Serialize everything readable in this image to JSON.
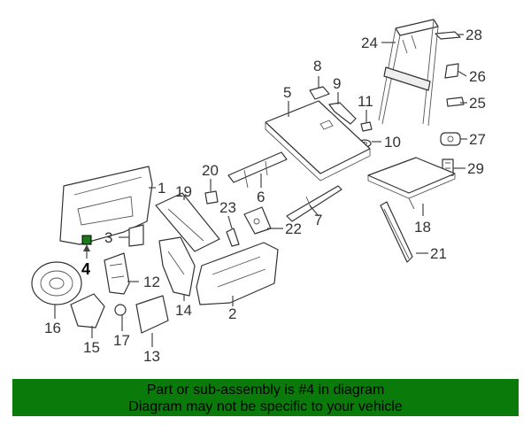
{
  "diagram": {
    "callouts": [
      {
        "id": "1",
        "label": "1"
      },
      {
        "id": "2",
        "label": "2"
      },
      {
        "id": "3",
        "label": "3"
      },
      {
        "id": "4",
        "label": "4",
        "highlighted": true
      },
      {
        "id": "5",
        "label": "5"
      },
      {
        "id": "6",
        "label": "6"
      },
      {
        "id": "7",
        "label": "7"
      },
      {
        "id": "8",
        "label": "8"
      },
      {
        "id": "9",
        "label": "9"
      },
      {
        "id": "10",
        "label": "10"
      },
      {
        "id": "11",
        "label": "11"
      },
      {
        "id": "12",
        "label": "12"
      },
      {
        "id": "13",
        "label": "13"
      },
      {
        "id": "14",
        "label": "14"
      },
      {
        "id": "15",
        "label": "15"
      },
      {
        "id": "16",
        "label": "16"
      },
      {
        "id": "17",
        "label": "17"
      },
      {
        "id": "18",
        "label": "18"
      },
      {
        "id": "19",
        "label": "19"
      },
      {
        "id": "20",
        "label": "20"
      },
      {
        "id": "21",
        "label": "21"
      },
      {
        "id": "22",
        "label": "22"
      },
      {
        "id": "23",
        "label": "23"
      },
      {
        "id": "24",
        "label": "24"
      },
      {
        "id": "25",
        "label": "25"
      },
      {
        "id": "26",
        "label": "26"
      },
      {
        "id": "27",
        "label": "27"
      },
      {
        "id": "28",
        "label": "28"
      },
      {
        "id": "29",
        "label": "29"
      }
    ],
    "highlight_color": "#1a7a1a"
  },
  "banner": {
    "line1": "Part or sub-assembly is #4 in diagram",
    "line2": "Diagram may not be specific to your vehicle",
    "background": "#0a7a0a"
  }
}
